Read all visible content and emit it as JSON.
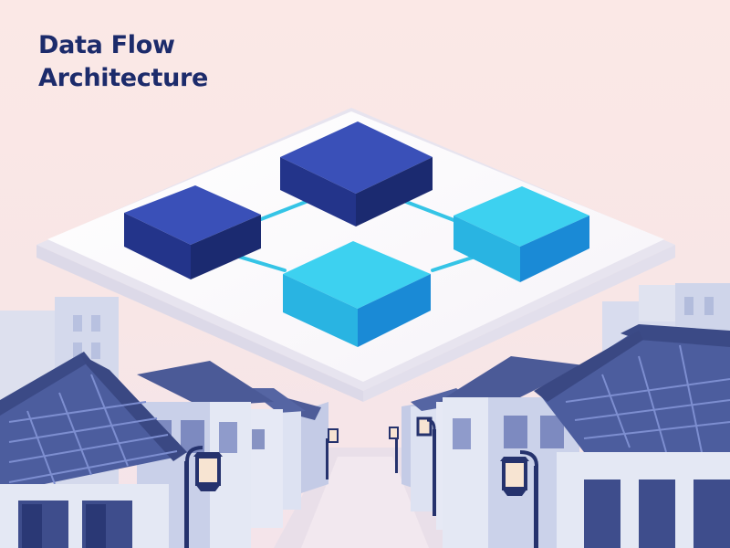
{
  "title": {
    "line1": "Data Flow",
    "line2": "Architecture"
  },
  "diagram": {
    "nodes": [
      {
        "id": "node-top",
        "color": "#2a3d9e"
      },
      {
        "id": "node-left",
        "color": "#2a3d9e"
      },
      {
        "id": "node-right",
        "color": "#2ec3ea"
      },
      {
        "id": "node-bottom",
        "color": "#2ec3ea"
      }
    ],
    "links": [
      {
        "from": "node-left",
        "to": "node-top"
      },
      {
        "from": "node-top",
        "to": "node-right"
      },
      {
        "from": "node-left",
        "to": "node-bottom"
      },
      {
        "from": "node-bottom",
        "to": "node-right"
      }
    ],
    "link_color": "#35c4e6"
  },
  "palette": {
    "navy": "#1c2b6b",
    "cyan": "#2ec3ea",
    "roof": "#5667a8",
    "wall": "#ccd3ea",
    "sky": "#fbe8e6"
  }
}
